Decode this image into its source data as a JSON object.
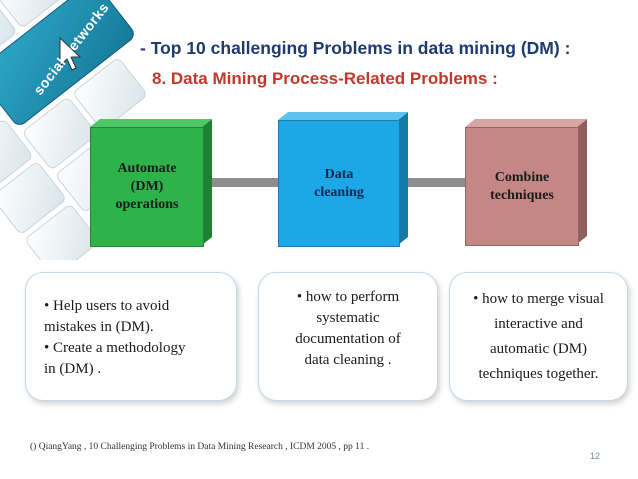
{
  "title": "- Top 10 challenging Problems in data mining (DM) :",
  "subtitle": "8. Data Mining Process-Related Problems :",
  "corner_key_text": "social networks",
  "colors": {
    "title": "#1f3a6e",
    "subtitle": "#c0392b",
    "box_green": "#2db34a",
    "box_blue": "#1ea7e8",
    "box_red": "#c48785",
    "connector": "#8e8e8e"
  },
  "boxes": [
    {
      "lines": [
        "Automate",
        "(DM)",
        "operations"
      ]
    },
    {
      "lines": [
        "Data",
        "cleaning"
      ]
    },
    {
      "lines": [
        "Combine",
        "techniques"
      ]
    }
  ],
  "notes": [
    {
      "lines": [
        "• Help users to avoid",
        "mistakes in (DM).",
        "• Create a methodology",
        "in (DM) ."
      ]
    },
    {
      "lines": [
        "• how to perform",
        "systematic",
        "documentation of",
        "data cleaning ."
      ]
    },
    {
      "lines": [
        "• how to merge visual",
        "interactive and",
        "automatic (DM)",
        "techniques together."
      ]
    }
  ],
  "footnote": "() QiangYang , 10 Challenging Problems in Data Mining Research , ICDM 2005 , pp 11 .",
  "page_number": "12"
}
